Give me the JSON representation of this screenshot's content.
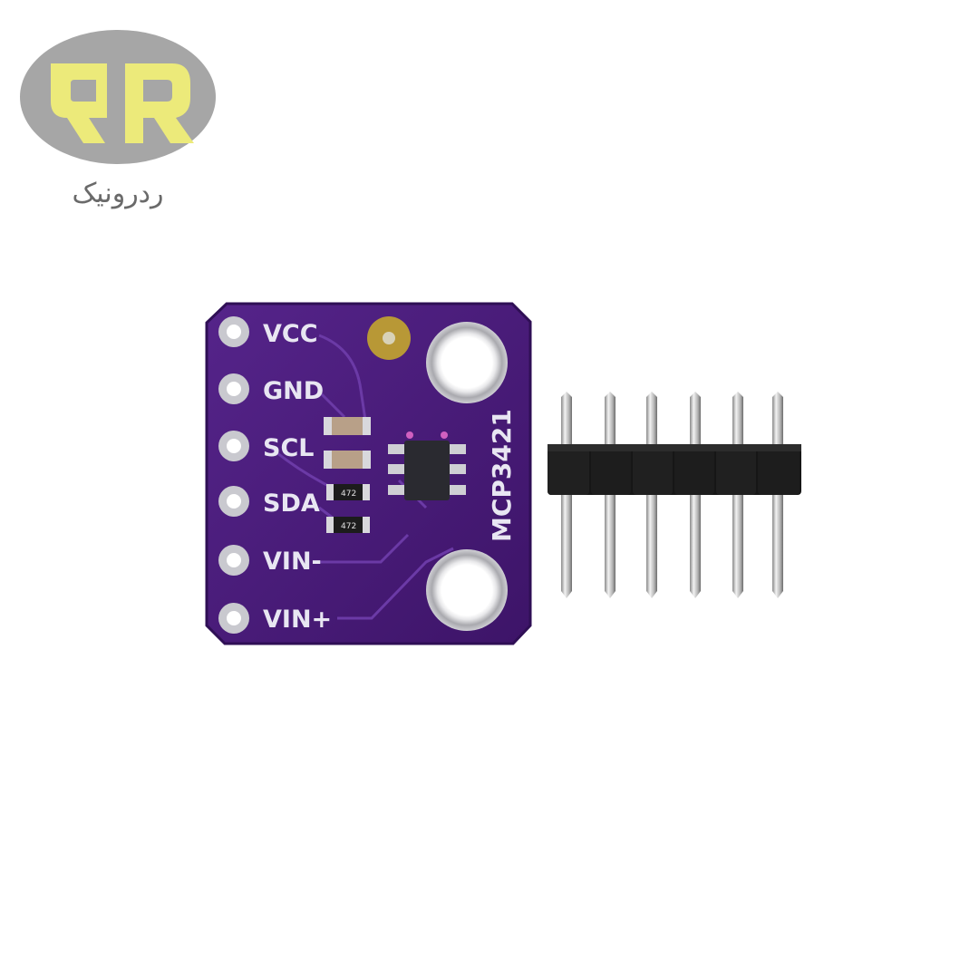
{
  "brand": {
    "name": "ردرونیک",
    "logo_icon": "rr-monogram-logo",
    "colors": {
      "logo_bg": "#a6a6a6",
      "logo_mark": "#ecea7a"
    }
  },
  "board": {
    "chip_label": "MCP3421",
    "pins": [
      "VCC",
      "GND",
      "SCL",
      "SDA",
      "VIN-",
      "VIN+"
    ],
    "resistor_code": "472",
    "colors": {
      "pcb": "#4a1d78",
      "pcb_edge": "#3a1462",
      "pad": "#c9c9cf",
      "silkscreen": "#e8e6f2"
    }
  },
  "header": {
    "pin_count": 6
  }
}
